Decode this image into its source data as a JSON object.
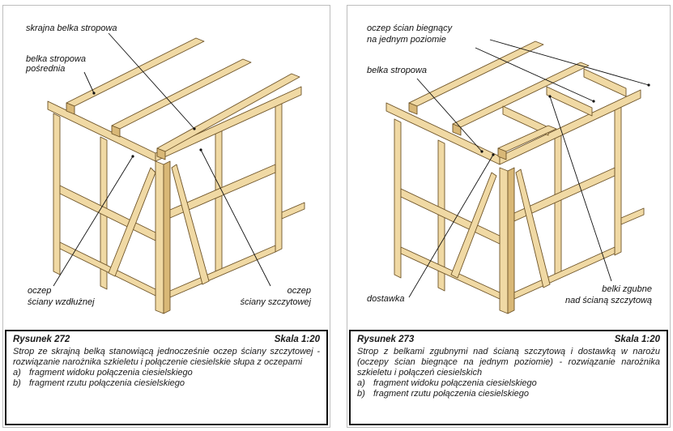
{
  "figures": [
    {
      "labels": {
        "edge_beam": "skrajna belka stropowa",
        "mid_beam_1": "belka stropowa",
        "mid_beam_2": "pośrednia",
        "long_wall_1": "oczep",
        "long_wall_2": "ściany wzdłużnej",
        "gable_wall_1": "oczep",
        "gable_wall_2": "ściany szczytowej"
      },
      "caption": {
        "number": "Rysunek 272",
        "scale": "Skala 1:20",
        "description": "Strop ze skrajną belką stanowiącą jednocześnie oczep ściany szczytowej - rozwiązanie narożnika szkieletu i połączenie ciesielskie słupa z oczepami",
        "items": [
          {
            "marker": "a)",
            "text": "fragment widoku połączenia ciesielskiego"
          },
          {
            "marker": "b)",
            "text": "fragment rzutu połączenia ciesielskiego"
          }
        ]
      }
    },
    {
      "labels": {
        "wall_plates_1": "oczep ścian biegnący",
        "wall_plates_2": "na jednym poziomie",
        "beam": "belka stropowa",
        "filler": "dostawka",
        "trimmer_1": "belki zgubne",
        "trimmer_2": "nad ścianą szczytową"
      },
      "caption": {
        "number": "Rysunek 273",
        "scale": "Skala 1:20",
        "description": "Strop z belkami zgubnymi nad ścianą szczytową i dostawką w narożu (oczepy ścian biegnące na jednym poziomie) - rozwiązanie narożnika szkieletu i połączeń ciesielskich",
        "items": [
          {
            "marker": "a)",
            "text": "fragment widoku połączenia ciesielskiego"
          },
          {
            "marker": "b)",
            "text": "fragment rzutu połączenia ciesielskiego"
          }
        ]
      }
    }
  ],
  "colors": {
    "timber_top": "#f0d9a4",
    "timber_side": "#d9b877",
    "timber_edge": "#6e5428"
  }
}
